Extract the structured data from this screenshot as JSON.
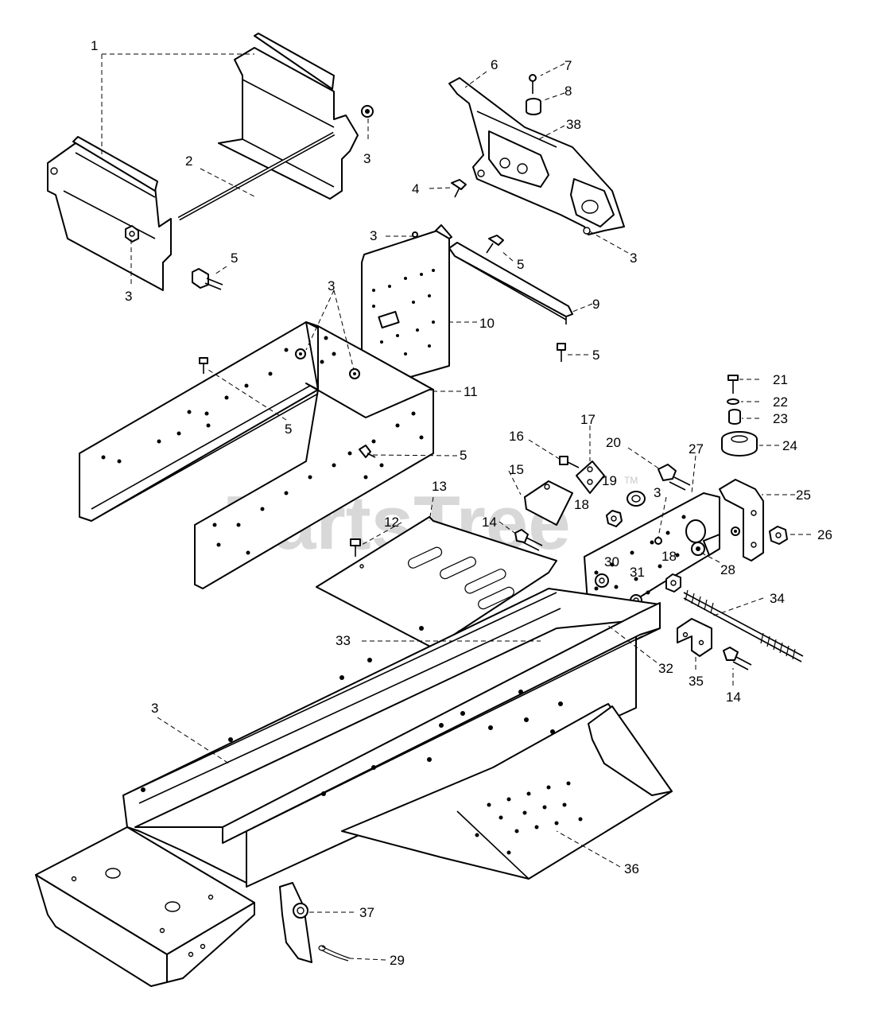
{
  "watermark": {
    "text": "PartsTree",
    "tm": "TM"
  },
  "callouts": {
    "n1": "1",
    "n2": "2",
    "n3a": "3",
    "n3b": "3",
    "n3c": "3",
    "n3d": "3",
    "n3e": "3",
    "n3f": "3",
    "n3g": "3",
    "n4": "4",
    "n5a": "5",
    "n5b": "5",
    "n5c": "5",
    "n5d": "5",
    "n5e": "5",
    "n6": "6",
    "n7": "7",
    "n8": "8",
    "n9": "9",
    "n10": "10",
    "n11": "11",
    "n12": "12",
    "n13": "13",
    "n14a": "14",
    "n14b": "14",
    "n15": "15",
    "n16": "16",
    "n17": "17",
    "n18a": "18",
    "n18b": "18",
    "n19": "19",
    "n20": "20",
    "n21": "21",
    "n22": "22",
    "n23": "23",
    "n24": "24",
    "n25": "25",
    "n26": "26",
    "n27": "27",
    "n28": "28",
    "n29": "29",
    "n30": "30",
    "n31": "31",
    "n32": "32",
    "n33": "33",
    "n34": "34",
    "n35": "35",
    "n36": "36",
    "n37": "37",
    "n38": "38"
  }
}
